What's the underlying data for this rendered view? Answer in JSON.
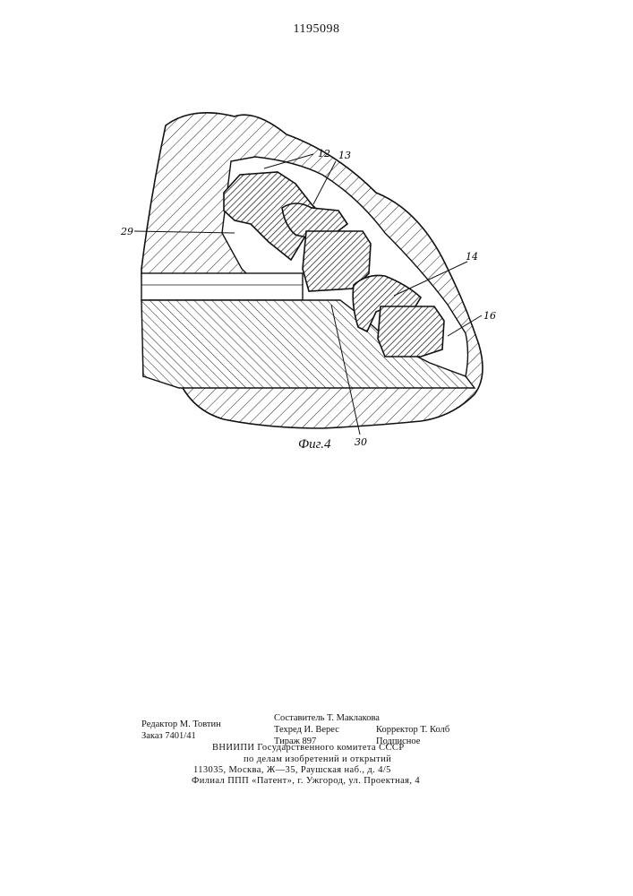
{
  "header": {
    "patent_number": "1195098"
  },
  "figure": {
    "caption": "Фиг.4",
    "callouts": [
      "12",
      "13",
      "29",
      "14",
      "16",
      "30"
    ]
  },
  "footer": {
    "editor": "Редактор М. Товтин",
    "order": "Заказ 7401/41",
    "compiler": "Составитель Т. Маклакова",
    "techred": "Техред И. Верес",
    "print_run": "Тираж 897",
    "corrector": "Корректор Т. Колб",
    "subscription": "Подписное",
    "org_line1": "ВНИИПИ Государственного комитета СССР",
    "org_line2": "по делам изобретений и открытий",
    "address": "113035, Москва, Ж—35, Раушская наб., д. 4/5",
    "branch": "Филиал ППП «Патент», г. Ужгород, ул. Проектная, 4"
  }
}
